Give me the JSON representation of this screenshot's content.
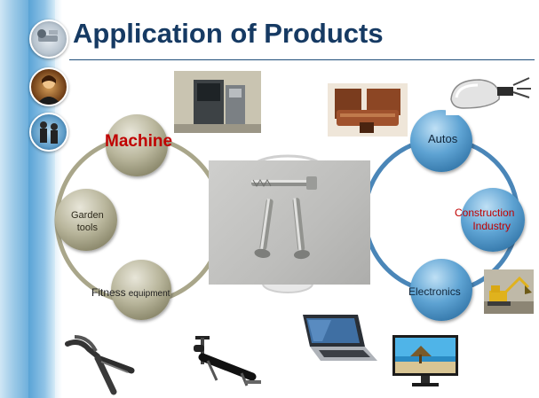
{
  "title": "Application of Products",
  "left_circle": {
    "machine": "Machine",
    "garden": "Garden\ntools",
    "fitness_a": "Fitness",
    "fitness_b": "equipment"
  },
  "right_circle": {
    "autos": "Autos",
    "construction_a": "Construction",
    "construction_b": "Industry",
    "electronics": "Electronics"
  },
  "colors": {
    "title": "#163a63",
    "machine_label": "#c00000",
    "construction_label": "#c00000",
    "blue_ring": "#4a86b8",
    "tan_ring": "#a9a68a"
  }
}
